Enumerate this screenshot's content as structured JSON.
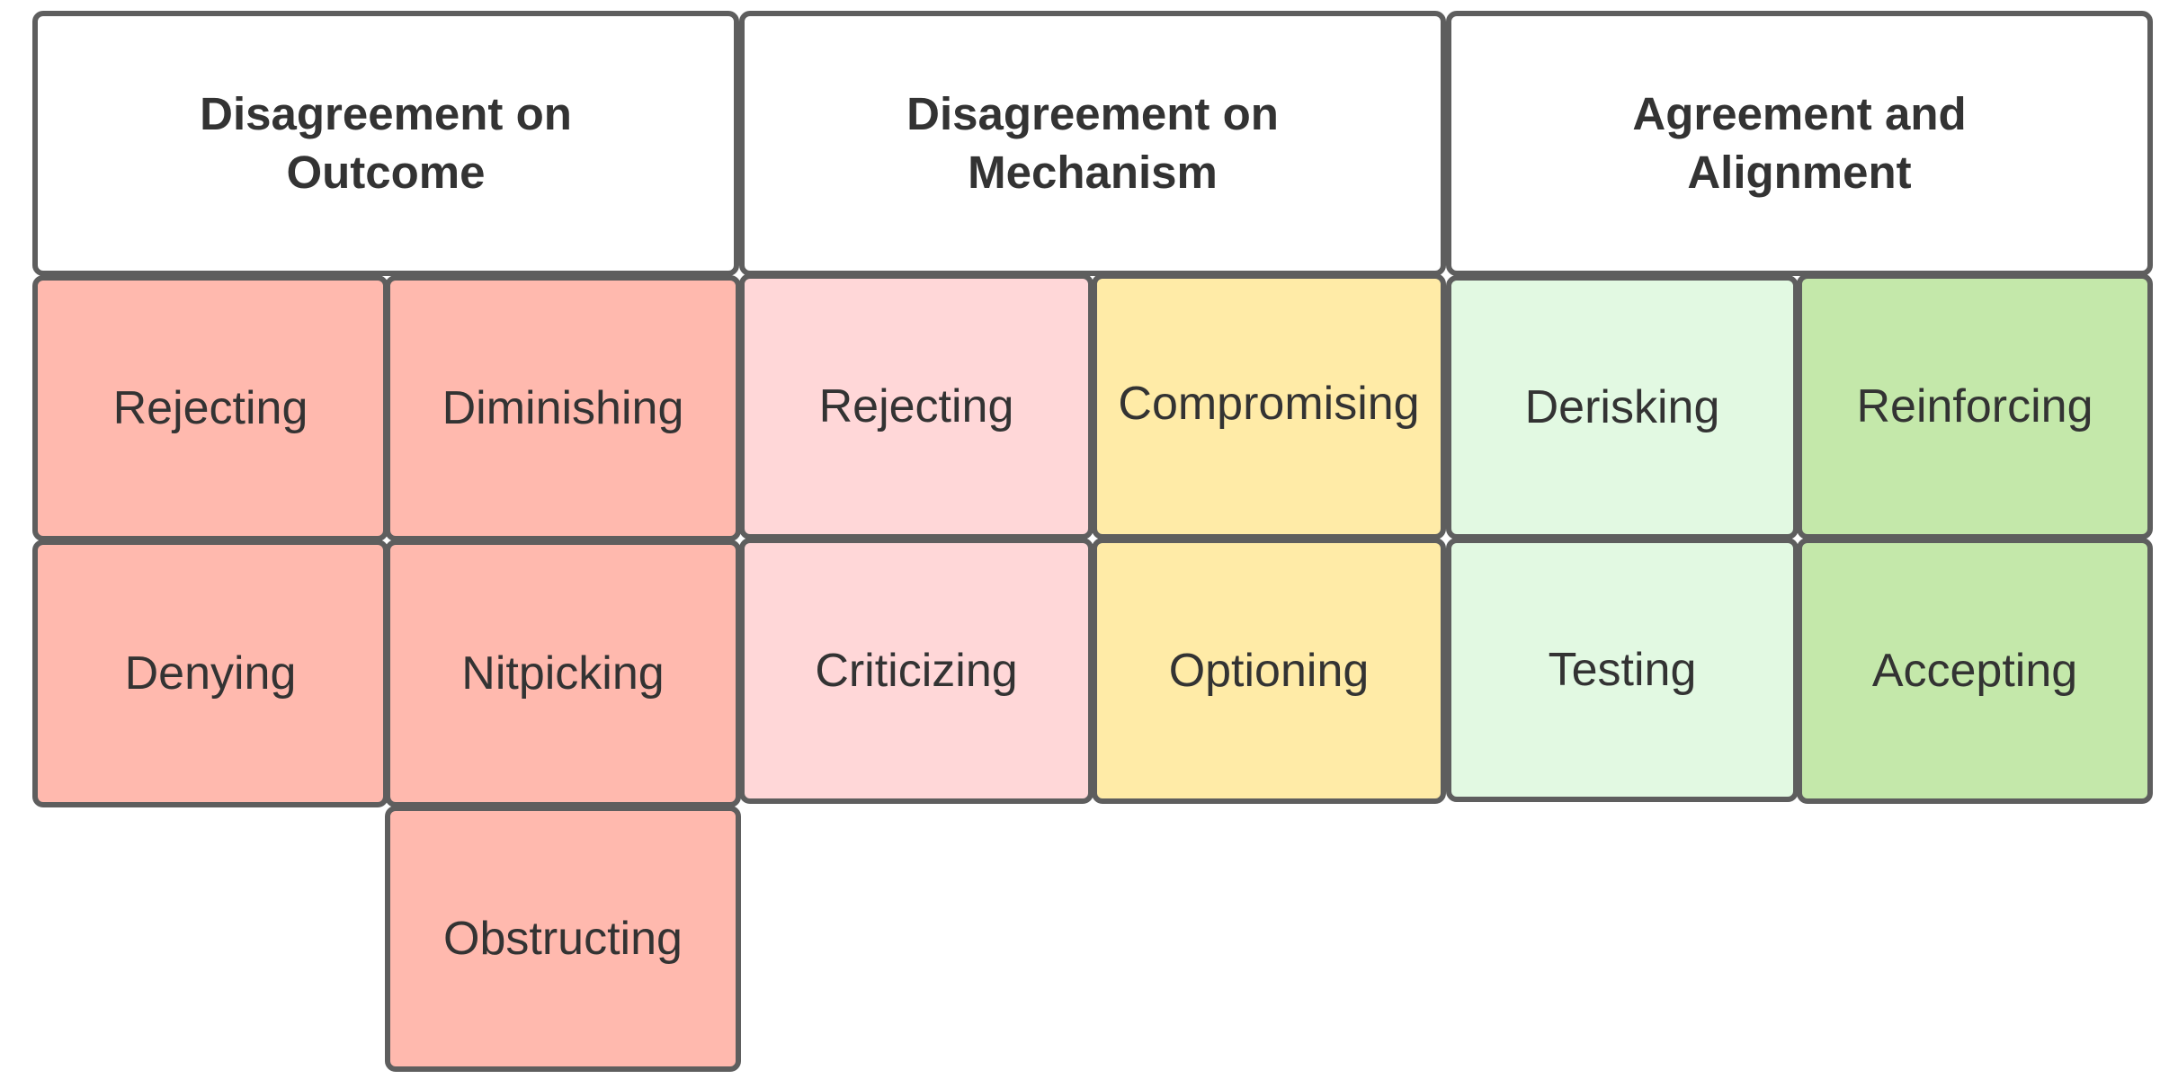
{
  "colors": {
    "outcome": "#FFB9AE",
    "mechanism_reject": "#FFD7D8",
    "mechanism_compromise": "#FFEBA7",
    "alignment_light": "#E2F9E2",
    "alignment_dark": "#C4E8AA",
    "border": "#5E5E5E",
    "text": "#333333"
  },
  "columns": [
    {
      "header": "Disagreement on\nOutcome",
      "color_key": "outcome",
      "items": [
        [
          "Rejecting",
          "Diminishing"
        ],
        [
          "Denying",
          "Nitpicking"
        ],
        [
          "",
          "Obstructing"
        ]
      ]
    },
    {
      "header": "Disagreement on\nMechanism",
      "items": [
        [
          "Rejecting",
          "Compromising"
        ],
        [
          "Criticizing",
          "Optioning"
        ]
      ]
    },
    {
      "header": "Agreement and\nAlignment",
      "items": [
        [
          "Derisking",
          "Reinforcing"
        ],
        [
          "Testing",
          "Accepting"
        ]
      ]
    }
  ]
}
